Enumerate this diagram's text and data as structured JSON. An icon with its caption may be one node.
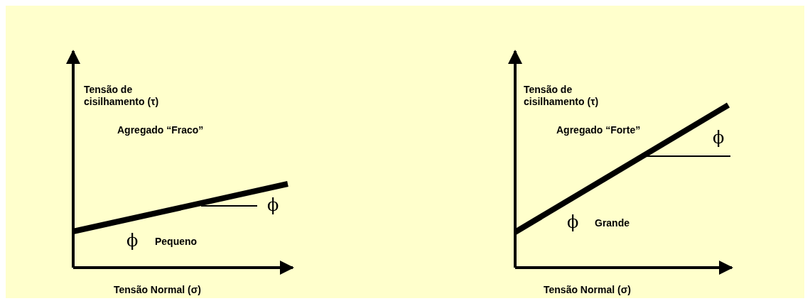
{
  "diagram": {
    "labels": [
      "Tensão de cisilhamento (τ)",
      "Agregado “Fraco”",
      "ϕ",
      "ϕ",
      "Pequeno",
      "Tensão Normal (σ)",
      "Tensão de cisilhamento (τ)",
      "Agregado “Forte”",
      "ϕ",
      "ϕ",
      "Grande",
      "Tensão Normal (σ)"
    ]
  }
}
